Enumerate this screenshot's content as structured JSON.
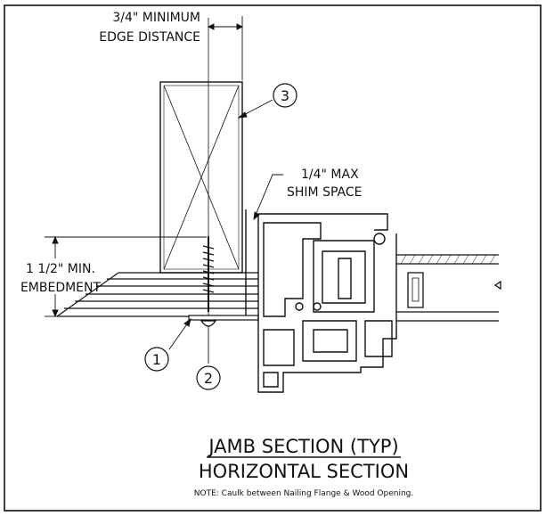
{
  "labels": {
    "edge_distance_line1": "3/4\" MINIMUM",
    "edge_distance_line2": "EDGE DISTANCE",
    "shim_line1": "1/4\" MAX",
    "shim_line2": "SHIM SPACE",
    "embedment_line1": "1 1/2\" MIN.",
    "embedment_line2": "EMBEDMENT"
  },
  "callouts": [
    "1",
    "2",
    "3"
  ],
  "title": {
    "line1": "JAMB SECTION (TYP)",
    "line2": "HORIZONTAL SECTION",
    "note": "NOTE: Caulk between Nailing Flange & Wood Opening."
  },
  "colors": {
    "ink": "#111111",
    "paper": "#ffffff"
  }
}
